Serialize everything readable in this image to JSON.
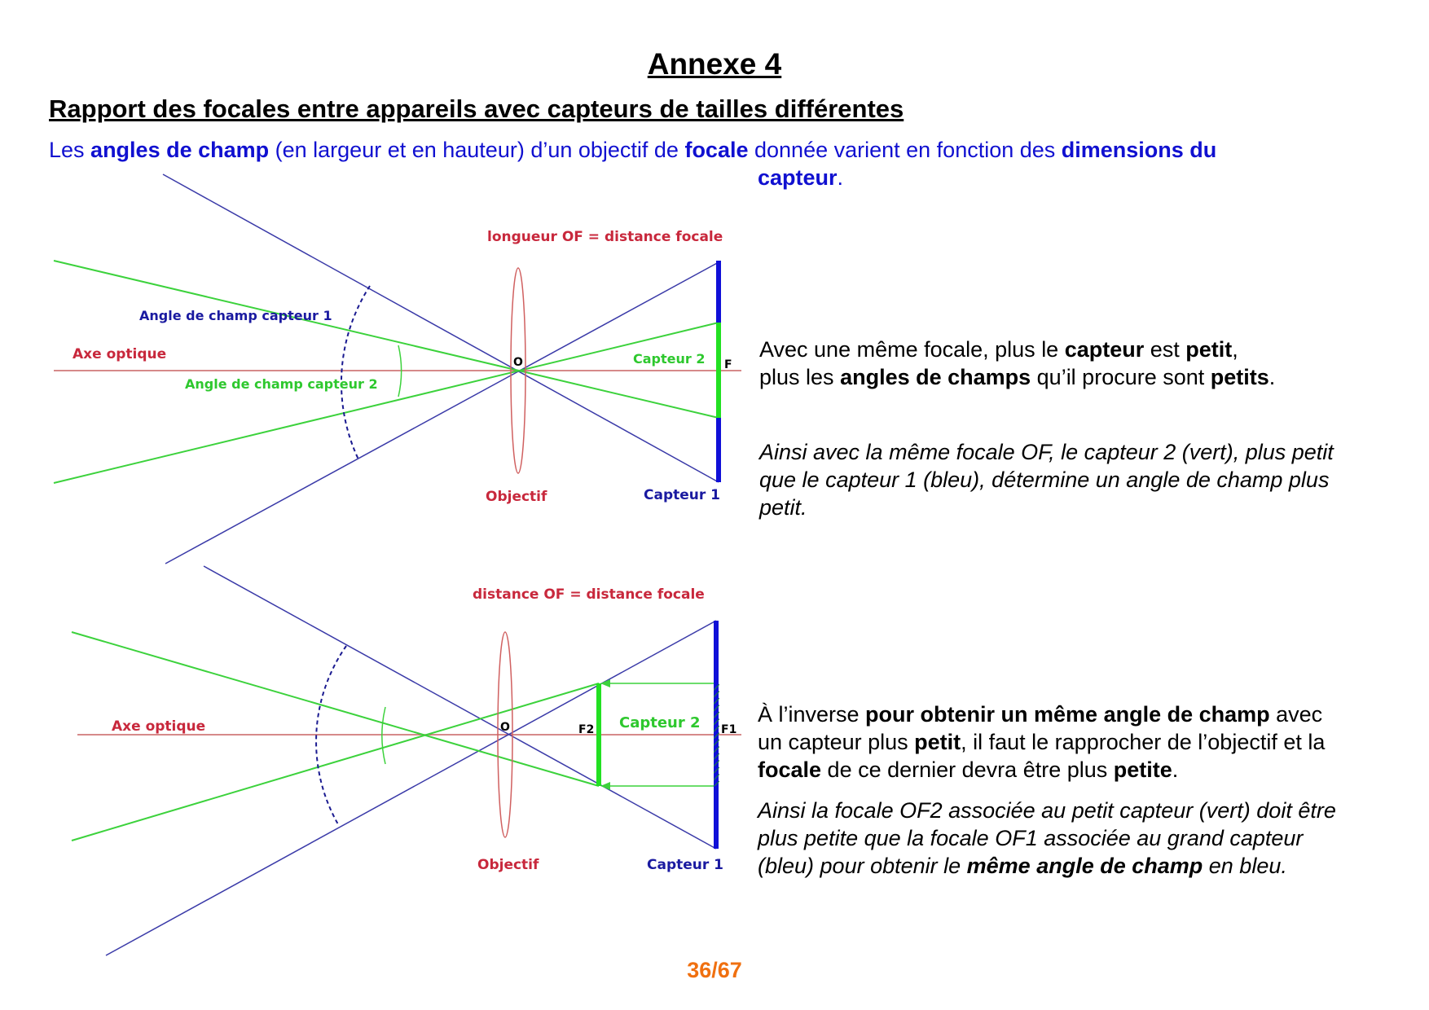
{
  "title": "Annexe 4",
  "subtitle": "Rapport des focales entre appareils avec capteurs de tailles différentes",
  "intro": {
    "p1": "Les ",
    "b1": "angles de champ",
    "p2": " (en largeur et en hauteur) d’un objectif de ",
    "b2": "focale",
    "p3": " donnée varient en fonction des ",
    "b3": "dimensions du",
    "b4": "capteur",
    "p4": "."
  },
  "diagram1": {
    "top_label": "longueur OF = distance focale",
    "angle1_label": "Angle de champ capteur 1",
    "axis_label": "Axe optique",
    "angle2_label": "Angle de champ capteur 2",
    "center_label": "O",
    "sensor2_label": "Capteur 2",
    "focus_label": "F",
    "lens_label": "Objectif",
    "sensor1_label": "Capteur 1"
  },
  "diagram2": {
    "top_label": "distance OF = distance focale",
    "axis_label": "Axe optique",
    "center_label": "O",
    "f2_label": "F2",
    "sensor2_label": "Capteur 2",
    "f1_label": "F1",
    "lens_label": "Objectif",
    "sensor1_label": "Capteur 1"
  },
  "text1": {
    "line1_a": "Avec une même focale, plus le ",
    "line1_b": "capteur",
    "line1_c": " est ",
    "line1_d": "petit",
    "line1_e": ",",
    "line2_a": "plus les ",
    "line2_b": "angles de champs",
    "line2_c": " qu’il procure sont ",
    "line2_d": "petits",
    "line2_e": "."
  },
  "text2": {
    "line1": "Ainsi avec la même focale OF, le capteur 2 (vert), plus petit",
    "line2": "que le capteur 1 (bleu), détermine un angle de champ plus",
    "line3": "petit."
  },
  "text3": {
    "line1_a": "À l’inverse ",
    "line1_b": "pour obtenir un même angle de champ",
    "line1_c": " avec",
    "line2_a": "un capteur plus ",
    "line2_b": "petit",
    "line2_c": ", il faut le rapprocher de l’objectif et la",
    "line3_a": "focale",
    "line3_b": " de ce dernier devra être plus ",
    "line3_c": "petite",
    "line3_d": "."
  },
  "text4": {
    "line1": "Ainsi la focale OF2 associée au petit capteur (vert) doit être",
    "line2": "plus petite que la focale OF1 associée au grand capteur",
    "line3_a": "(bleu) pour obtenir le ",
    "line3_b": "même angle de champ",
    "line3_c": " en bleu."
  },
  "page_number": "36/67",
  "colors": {
    "intro_blue": "#1010d0",
    "label_red": "#c8283c",
    "label_blue": "#1a1aa0",
    "label_green": "#2ec82e",
    "page_number_orange": "#f07010"
  }
}
